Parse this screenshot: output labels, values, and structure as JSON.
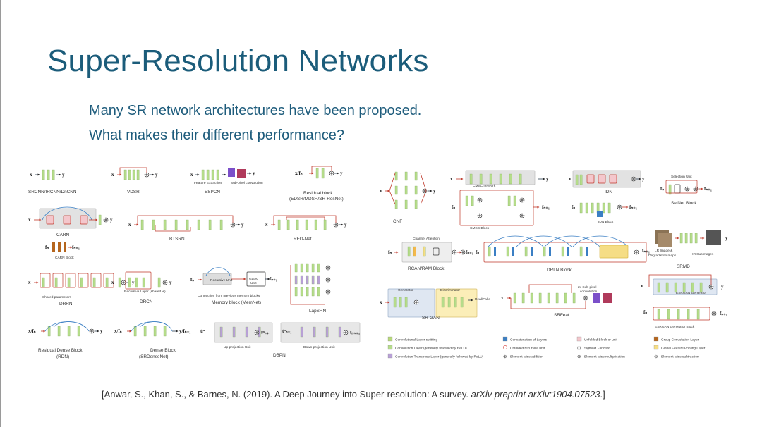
{
  "slide": {
    "title": "Super-Resolution Networks",
    "subtitle_lines": [
      "Many SR network architectures have been proposed.",
      "What makes their different performance?"
    ],
    "citation": {
      "prefix": "[Anwar, S., Khan, S., & Barnes, N. (2019). A Deep Journey into Super-resolution: A survey. ",
      "journal": "arXiv preprint arXiv:1904.07523",
      "suffix": ".]"
    }
  },
  "figure": {
    "networks": [
      "SRCNN/IRCNN/DnCNN",
      "VDSR",
      "ESPCN",
      "Residual block",
      "(EDSR/MDSR/SR-ResNet)",
      "CARN",
      "CARN Block",
      "BTSRN",
      "RED-Net",
      "DRRN",
      "DRCN",
      "Memory block (MemNet)",
      "LapSRN",
      "Residual Dense Block",
      "(RDN)",
      "Dense Block",
      "(SRDenseNet)",
      "DBPN",
      "CNF",
      "CMSC Block",
      "IDN",
      "IDN Block",
      "SelNet Block",
      "RCAN/RAM Block",
      "DRLN Block",
      "SRMD",
      "SR-GAN",
      "SRFeat",
      "ESRGAN Generator Block"
    ],
    "inner_labels": {
      "feature_extraction": "Feature Extraction",
      "subpixel": "Sub-pixel convolution",
      "shared_parameters": "Shared parameters",
      "recursive_layer": "Recursive Layer (shared w)",
      "recursive_unit": "Recursive Unit",
      "gated_unit_1": "Gated",
      "gated_unit_2": "Unit",
      "memory_connection": "Connection from previous memory blocks",
      "up_projection": "Up-projection Unit",
      "down_projection": "Down-projection Unit",
      "cmsc_network": "CMSC network",
      "selection_unit": "Selection Unit",
      "channel_attention": "Channel Attention",
      "lr_image_1": "LR Image &",
      "lr_image_2": "Degradation maps",
      "hr_subimages": "HR Subimages",
      "generator": "Generator",
      "discriminator": "Discriminator",
      "real_fake": "Real/Fake",
      "subpixel2_1": "2x Sub-pixel",
      "subpixel2_2": "convolution",
      "esrgan_generator": "ESRGAN Generator"
    },
    "io_labels": {
      "x": "x",
      "y": "y",
      "x_fn": "x/fₙ",
      "fn": "fₙ",
      "fn1": "fₙ₊₁",
      "y_fn1": "y/fₙ₊₁",
      "t_in": "tᵢⁿ",
      "t_out": "tⁿₙ₊₁",
      "t_in2": "tⁿₙ₊₁",
      "t_out2": "tᵢ'ₙ₊₁"
    },
    "legend": [
      {
        "label": "Convolutional Layer splitting",
        "symbol": "split",
        "color": "#b7d97a"
      },
      {
        "label": "Convolution Layer (generally followed by ReLU)",
        "symbol": "rect",
        "color": "#b5dc8a"
      },
      {
        "label": "Convolution Transpose Layer (generally followed by ReLU)",
        "symbol": "rect",
        "color": "#b8a0d6"
      },
      {
        "label": "Concatenation of Layers",
        "symbol": "rect",
        "color": "#3b7fc4"
      },
      {
        "label": "Unfolded recursive unit",
        "symbol": "circle",
        "color": "#d9534f"
      },
      {
        "label": "Element-wise addition",
        "symbol": "plus",
        "color": "#333333"
      },
      {
        "label": "Unfolded Block or unit",
        "symbol": "rect",
        "color": "#f4c7cc"
      },
      {
        "label": "Sigmoid Function",
        "symbol": "sigmoid",
        "color": "#333333"
      },
      {
        "label": "Element-wise multiplication",
        "symbol": "times",
        "color": "#333333"
      },
      {
        "label": "Group Convolution Layer",
        "symbol": "rect",
        "color": "#b5651d"
      },
      {
        "label": "Global Feature Pooling Layer",
        "symbol": "rect",
        "color": "#f5dd85"
      },
      {
        "label": "Element-wise subtraction",
        "symbol": "minus",
        "color": "#333333"
      }
    ],
    "colors": {
      "conv": "#b5dc8a",
      "transpose": "#b8a0d6",
      "concat": "#3b7fc4",
      "unfolded": "#f4c7cc",
      "pool": "#f5dd85",
      "group": "#b5651d",
      "arrow": "#c0392b",
      "box": "#d9d9d9",
      "dark_arrow": "#2c3e50",
      "title": "#1b5c7a"
    }
  }
}
